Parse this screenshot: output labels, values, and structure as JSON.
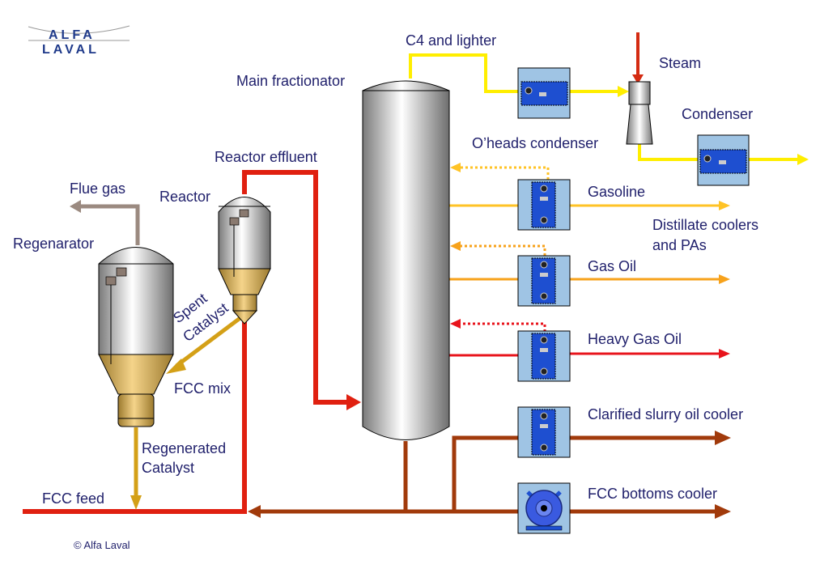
{
  "brand": {
    "name": "Alfa Laval",
    "logo_line1": "ALFA",
    "logo_line2": "LAVAL",
    "color": "#1f3a8a"
  },
  "copyright": "© Alfa Laval",
  "colors": {
    "overhead": "#ffee00",
    "gasoline": "#ffc326",
    "gas_oil": "#f7a21b",
    "heavy_gas_oil": "#e8141c",
    "slurry": "#a13a0b",
    "steam": "#d42b12",
    "catalyst": "#d4a017",
    "flue_gas": "#9b8a80",
    "hx_bg": "#9fc4e4",
    "hx_plate": "#1e4fd0"
  },
  "labels": {
    "c4_and_lighter": "C4 and lighter",
    "steam": "Steam",
    "main_fractionator": "Main fractionator",
    "condenser": "Condenser",
    "oheads_condenser": "O’heads condenser",
    "reactor_effluent": "Reactor effluent",
    "flue_gas": "Flue gas",
    "reactor": "Reactor",
    "gasoline": "Gasoline",
    "regenerator": "Regenarator",
    "distillate_line1": "Distillate coolers",
    "distillate_line2": "and PAs",
    "gas_oil": "Gas Oil",
    "spent": "Spent",
    "catalyst": "Catalyst",
    "heavy_gas_oil": "Heavy Gas Oil",
    "fcc_mix": "FCC mix",
    "clarified_slurry": "Clarified slurry oil cooler",
    "regenerated": "Regenerated",
    "regenerated_catalyst": "Catalyst",
    "fcc_feed": "FCC feed",
    "fcc_bottoms_cooler": "FCC bottoms cooler"
  }
}
